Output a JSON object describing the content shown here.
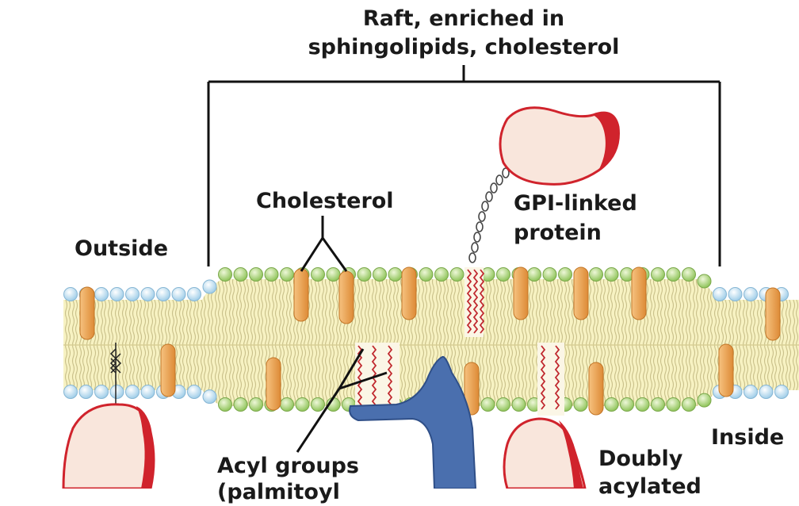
{
  "diagram": {
    "raft_title_line1": "Raft, enriched in",
    "raft_title_line2": "sphingolipids, cholesterol",
    "cholesterol": "Cholesterol",
    "gpi_line1": "GPI-linked",
    "gpi_line2": "protein",
    "outside": "Outside",
    "inside": "Inside",
    "acyl_line1": "Acyl groups",
    "acyl_line2": "(palmitoyl",
    "doubly_line1": "Doubly",
    "doubly_line2": "acylated"
  },
  "colors": {
    "normal_head": "#bfe0f2",
    "raft_head": "#b6d98a",
    "cholesterol": "#e89a4a",
    "tail_bg": "#f7f2c2",
    "protein_fill": "#f9e6dc",
    "protein_edge": "#d0232c",
    "transmembrane_protein": "#4a6fae",
    "acyl_chain": "#c0282e"
  },
  "icons": [
    "cholesterol-molecule-icon",
    "gpi-linked-protein-icon",
    "transmembrane-protein-icon",
    "lipid-anchored-protein-icon"
  ]
}
